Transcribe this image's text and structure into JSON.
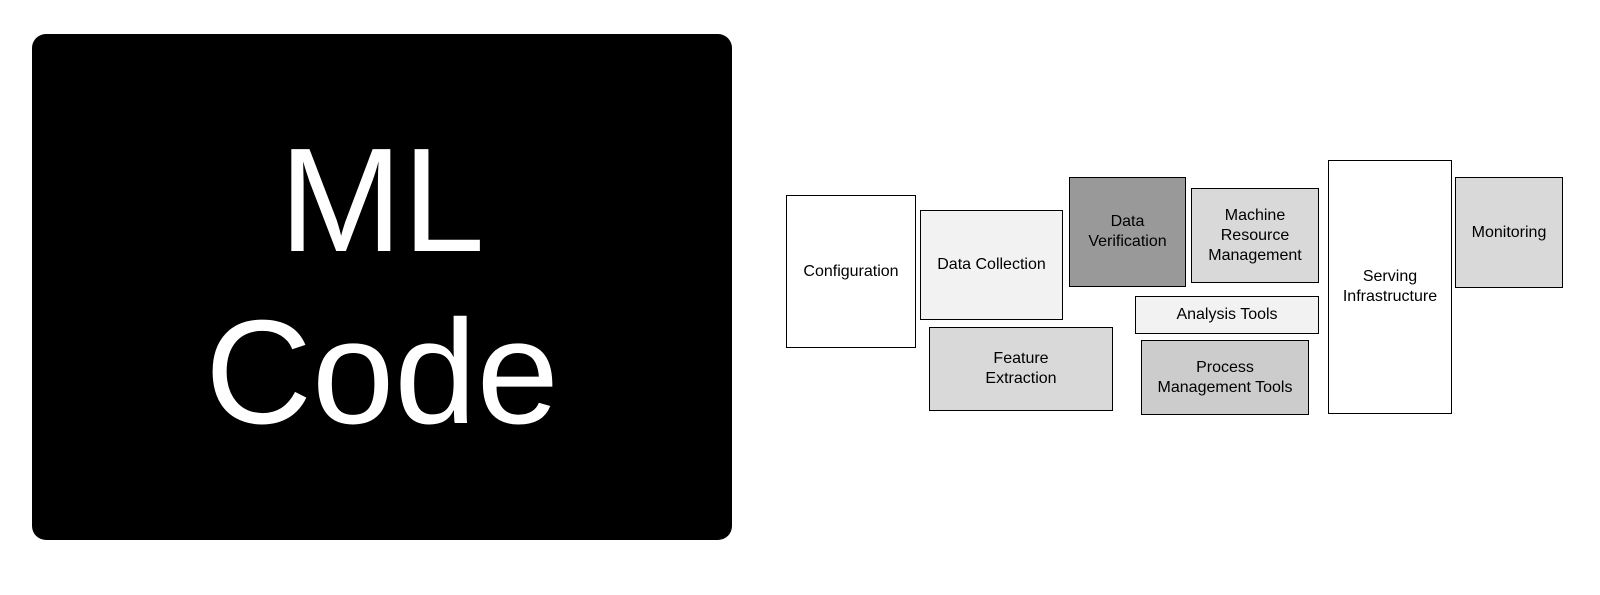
{
  "ml_code": {
    "line1": "ML",
    "line2": "Code",
    "background": "#000000",
    "text_color": "#ffffff"
  },
  "components": {
    "configuration": {
      "label": "Configuration",
      "fill": "#ffffff"
    },
    "data_collection": {
      "label": "Data Collection",
      "fill": "#f2f2f2"
    },
    "data_verification": {
      "label": "Data\nVerification",
      "fill": "#999999"
    },
    "machine_resource_management": {
      "label": "Machine\nResource\nManagement",
      "fill": "#d9d9d9"
    },
    "analysis_tools": {
      "label": "Analysis Tools",
      "fill": "#f2f2f2"
    },
    "feature_extraction": {
      "label": "Feature\nExtraction",
      "fill": "#d9d9d9"
    },
    "process_management_tools": {
      "label": "Process\nManagement Tools",
      "fill": "#cccccc"
    },
    "serving_infrastructure": {
      "label": "Serving\nInfrastructure",
      "fill": "#ffffff"
    },
    "monitoring": {
      "label": "Monitoring",
      "fill": "#d9d9d9"
    }
  }
}
